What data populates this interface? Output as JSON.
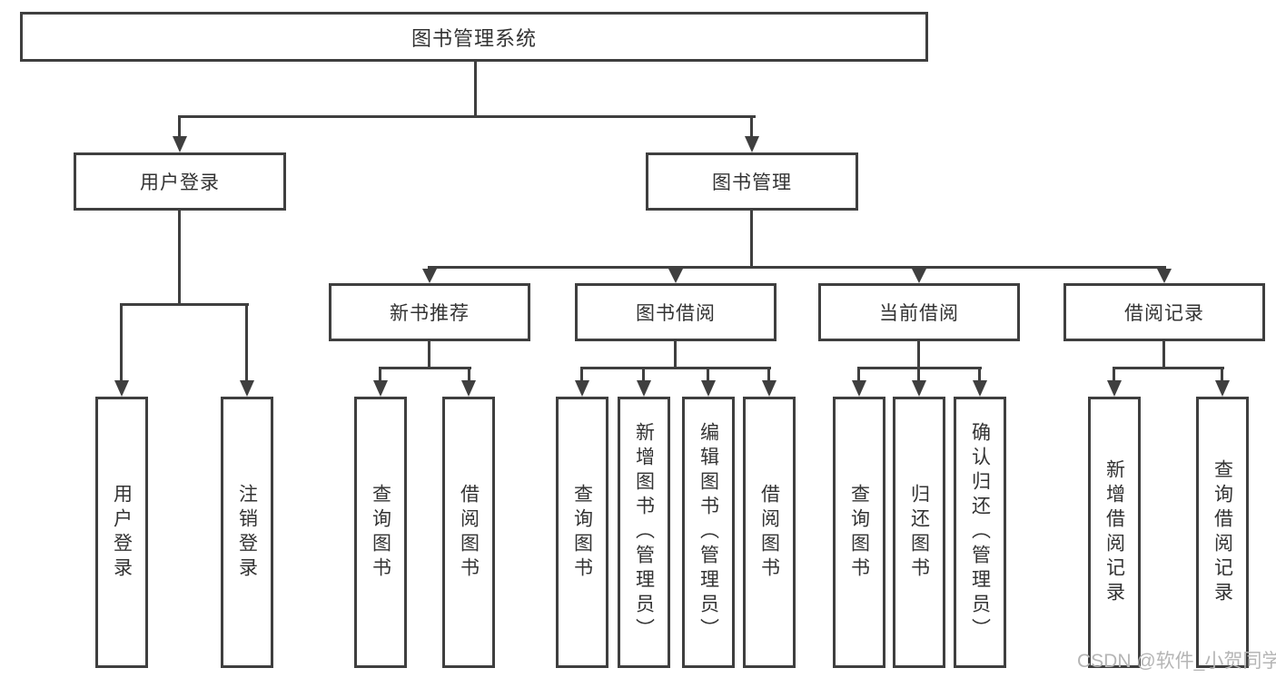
{
  "diagram_title": "图书管理系统",
  "colors": {
    "line": "#3f3f3f",
    "text": "#333333",
    "watermark_text": "#b5b5b5",
    "background": "#ffffff"
  },
  "nodes": {
    "root": {
      "label": "图书管理系统"
    },
    "level2": [
      {
        "label": "用户登录",
        "parent": "图书管理系统"
      },
      {
        "label": "图书管理",
        "parent": "图书管理系统"
      }
    ],
    "level3": [
      {
        "label": "新书推荐",
        "parent": "图书管理"
      },
      {
        "label": "图书借阅",
        "parent": "图书管理"
      },
      {
        "label": "当前借阅",
        "parent": "图书管理"
      },
      {
        "label": "借阅记录",
        "parent": "图书管理"
      }
    ],
    "leaves": [
      {
        "label": "用户登录",
        "parent": "用户登录"
      },
      {
        "label": "注销登录",
        "parent": "用户登录"
      },
      {
        "label": "查询图书",
        "parent": "新书推荐"
      },
      {
        "label": "借阅图书",
        "parent": "新书推荐"
      },
      {
        "label": "查询图书",
        "parent": "图书借阅"
      },
      {
        "label": "新增图书（管理员）",
        "parent": "图书借阅"
      },
      {
        "label": "编辑图书（管理员）",
        "parent": "图书借阅"
      },
      {
        "label": "借阅图书",
        "parent": "图书借阅"
      },
      {
        "label": "查询图书",
        "parent": "当前借阅"
      },
      {
        "label": "归还图书",
        "parent": "当前借阅"
      },
      {
        "label": "确认归还（管理员）",
        "parent": "当前借阅"
      },
      {
        "label": "新增借阅记录",
        "parent": "借阅记录"
      },
      {
        "label": "查询借阅记录",
        "parent": "借阅记录"
      }
    ]
  },
  "watermark": "CSDN @软件_小贺同学"
}
